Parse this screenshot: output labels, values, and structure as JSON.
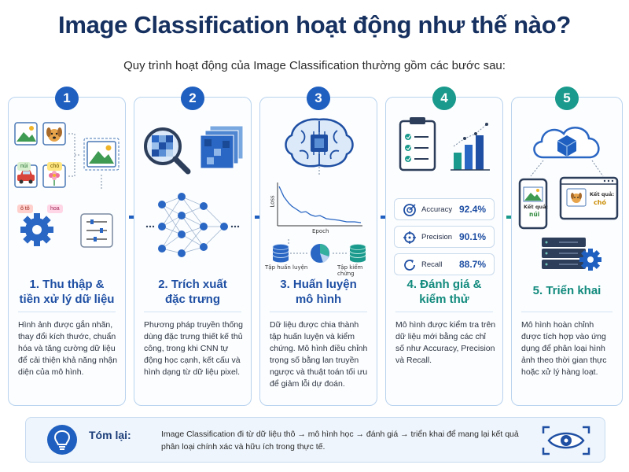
{
  "header": {
    "title": "Image Classification hoạt động như thế nào?",
    "subtitle": "Quy trình hoạt động của Image Classification thường gồm các bước sau:"
  },
  "steps": [
    {
      "number": "1",
      "title_line1": "1. Thu thập &",
      "title_line2": "tiền xử lý dữ liệu",
      "description": "Hình ảnh được gắn nhãn, thay đổi kích thước, chuẩn hóa và tăng cường dữ liệu để cải thiện khả năng nhận diện của mô hình.",
      "labels": [
        "núi",
        "chó",
        "ô tô",
        "hoa"
      ]
    },
    {
      "number": "2",
      "title_line1": "2. Trích xuất",
      "title_line2": "đặc trưng",
      "description": "Phương pháp truyền thống dùng đặc trưng thiết kế thủ công, trong khi CNN tự động học cạnh, kết cấu và hình dạng từ dữ liệu pixel."
    },
    {
      "number": "3",
      "title_line1": "3. Huấn luyện",
      "title_line2": "mô hình",
      "description": "Dữ liệu được chia thành tập huấn luyện và kiểm chứng. Mô hình điều chỉnh trọng số bằng lan truyền ngược và thuật toán tối ưu để giảm lỗi dự đoán.",
      "chart_ylabel": "Loss",
      "chart_xlabel": "Epoch",
      "train_label": "Tập huấn luyện",
      "val_label": "Tập kiểm chứng"
    },
    {
      "number": "4",
      "title_line1": "4. Đánh giá &",
      "title_line2": "kiểm thử",
      "description": "Mô hình được kiểm tra trên dữ liệu mới bằng các chỉ số như Accuracy, Precision và Recall.",
      "metrics": [
        {
          "name": "Accuracy",
          "value": "92.4%"
        },
        {
          "name": "Precision",
          "value": "90.1%"
        },
        {
          "name": "Recall",
          "value": "88.7%"
        }
      ]
    },
    {
      "number": "5",
      "title_line1": "5. Triển khai",
      "title_line2": "",
      "description": "Mô hình hoàn chỉnh được tích hợp vào ứng dụng để phân loại hình ảnh theo thời gian thực hoặc xử lý hàng loạt.",
      "result_prefix": "Kết quả:",
      "result_phone": "núi",
      "result_desktop": "chó"
    }
  ],
  "summary": {
    "label": "Tóm lại:",
    "text": "Image Classification đi từ dữ liệu thô → mô hình học → đánh giá → triển khai để mang lại kết quả phân loại chính xác và hữu ích trong thực tế."
  },
  "colors": {
    "primary": "#1f5fbf",
    "teal": "#1a9a8c",
    "title": "#16305f"
  },
  "icons": [
    "image-icon",
    "dog-icon",
    "car-icon",
    "flower-icon",
    "gear-icon",
    "sliders-icon",
    "magnifier-icon",
    "neural-network-icon",
    "brain-chip-icon",
    "loss-chart-icon",
    "database-icon",
    "pie-chart-icon",
    "clipboard-check-icon",
    "bar-chart-icon",
    "cloud-icon",
    "phone-icon",
    "desktop-icon",
    "server-icon",
    "lightbulb-icon",
    "eye-icon"
  ]
}
